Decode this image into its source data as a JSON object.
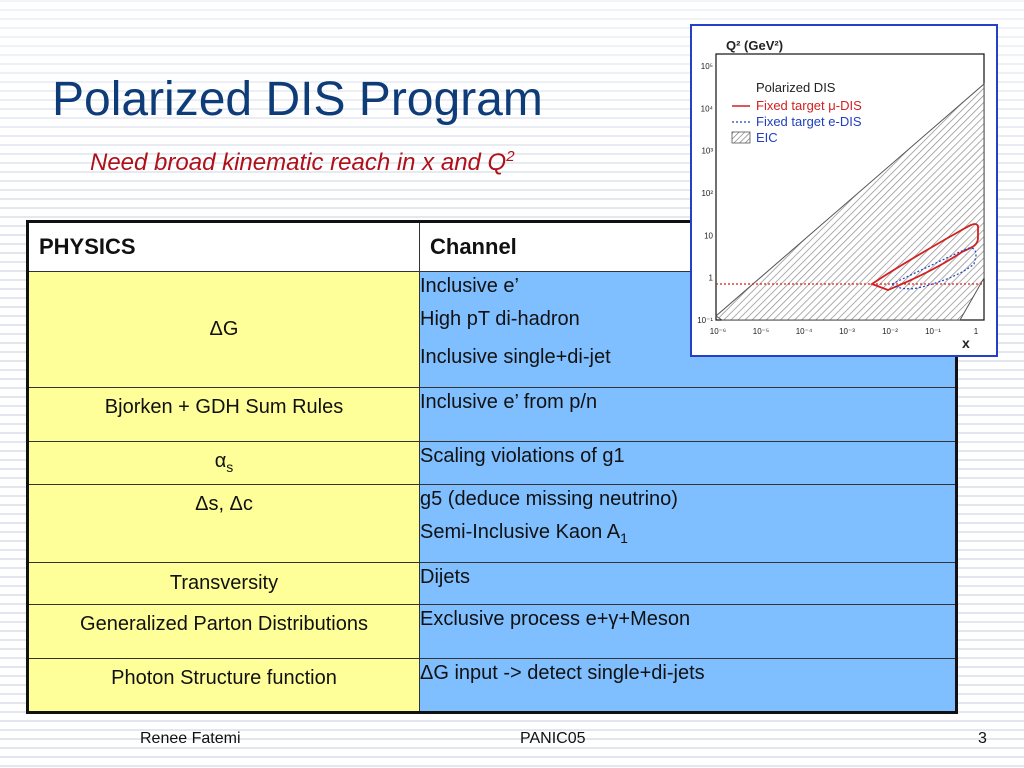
{
  "slide": {
    "title": "Polarized DIS Program",
    "subtitle": {
      "prefix": "Need broad kinematic reach in x and Q",
      "sup": "2"
    }
  },
  "table": {
    "headers": {
      "physics": "PHYSICS",
      "channel": "Channel"
    },
    "rows": [
      {
        "physics": "ΔG",
        "channel": [
          "Inclusive e’",
          "High pT di-hadron",
          "Inclusive single+di-jet"
        ]
      },
      {
        "physics": "Bjorken + GDH Sum Rules",
        "channel": [
          "Inclusive e’ from p/n"
        ]
      },
      {
        "physics": "α",
        "physics_sub": "s",
        "channel": [
          "Scaling violations of g1"
        ]
      },
      {
        "physics": "Δs, Δc",
        "channel": [
          "g5 (deduce missing neutrino)",
          "Semi-Inclusive Kaon A"
        ],
        "channel_sub": "1"
      },
      {
        "physics": "Transversity",
        "channel": [
          "Dijets"
        ]
      },
      {
        "physics": "Generalized Parton Distributions",
        "channel": [
          "Exclusive process e+γ+Meson"
        ]
      },
      {
        "physics": "Photon Structure function",
        "channel": [
          "ΔG input -> detect single+di-jets"
        ]
      }
    ]
  },
  "figure": {
    "ylabel": "Q² (GeV²)",
    "xlabel": "x",
    "x_ticks": [
      "10⁻⁶",
      "10⁻⁵",
      "10⁻⁴",
      "10⁻³",
      "10⁻²",
      "10⁻¹",
      "1"
    ],
    "y_ticks": [
      "10⁵",
      "10⁴",
      "10³",
      "10²",
      "10",
      "1",
      "10⁻¹"
    ],
    "legend_title": "Polarized DIS",
    "legend": [
      {
        "label": "Fixed target μ-DIS",
        "color": "#d42020"
      },
      {
        "label": "Fixed target e-DIS",
        "color": "#2040c0"
      },
      {
        "label": "EIC",
        "color": "#999999"
      }
    ]
  },
  "footer": {
    "author": "Renee Fatemi",
    "conference": "PANIC05",
    "page": "3"
  },
  "colors": {
    "title": "#0e3c78",
    "subtitle": "#b0101a",
    "physics_cell": "#ffff99",
    "channel_cell": "#7fbfff"
  }
}
